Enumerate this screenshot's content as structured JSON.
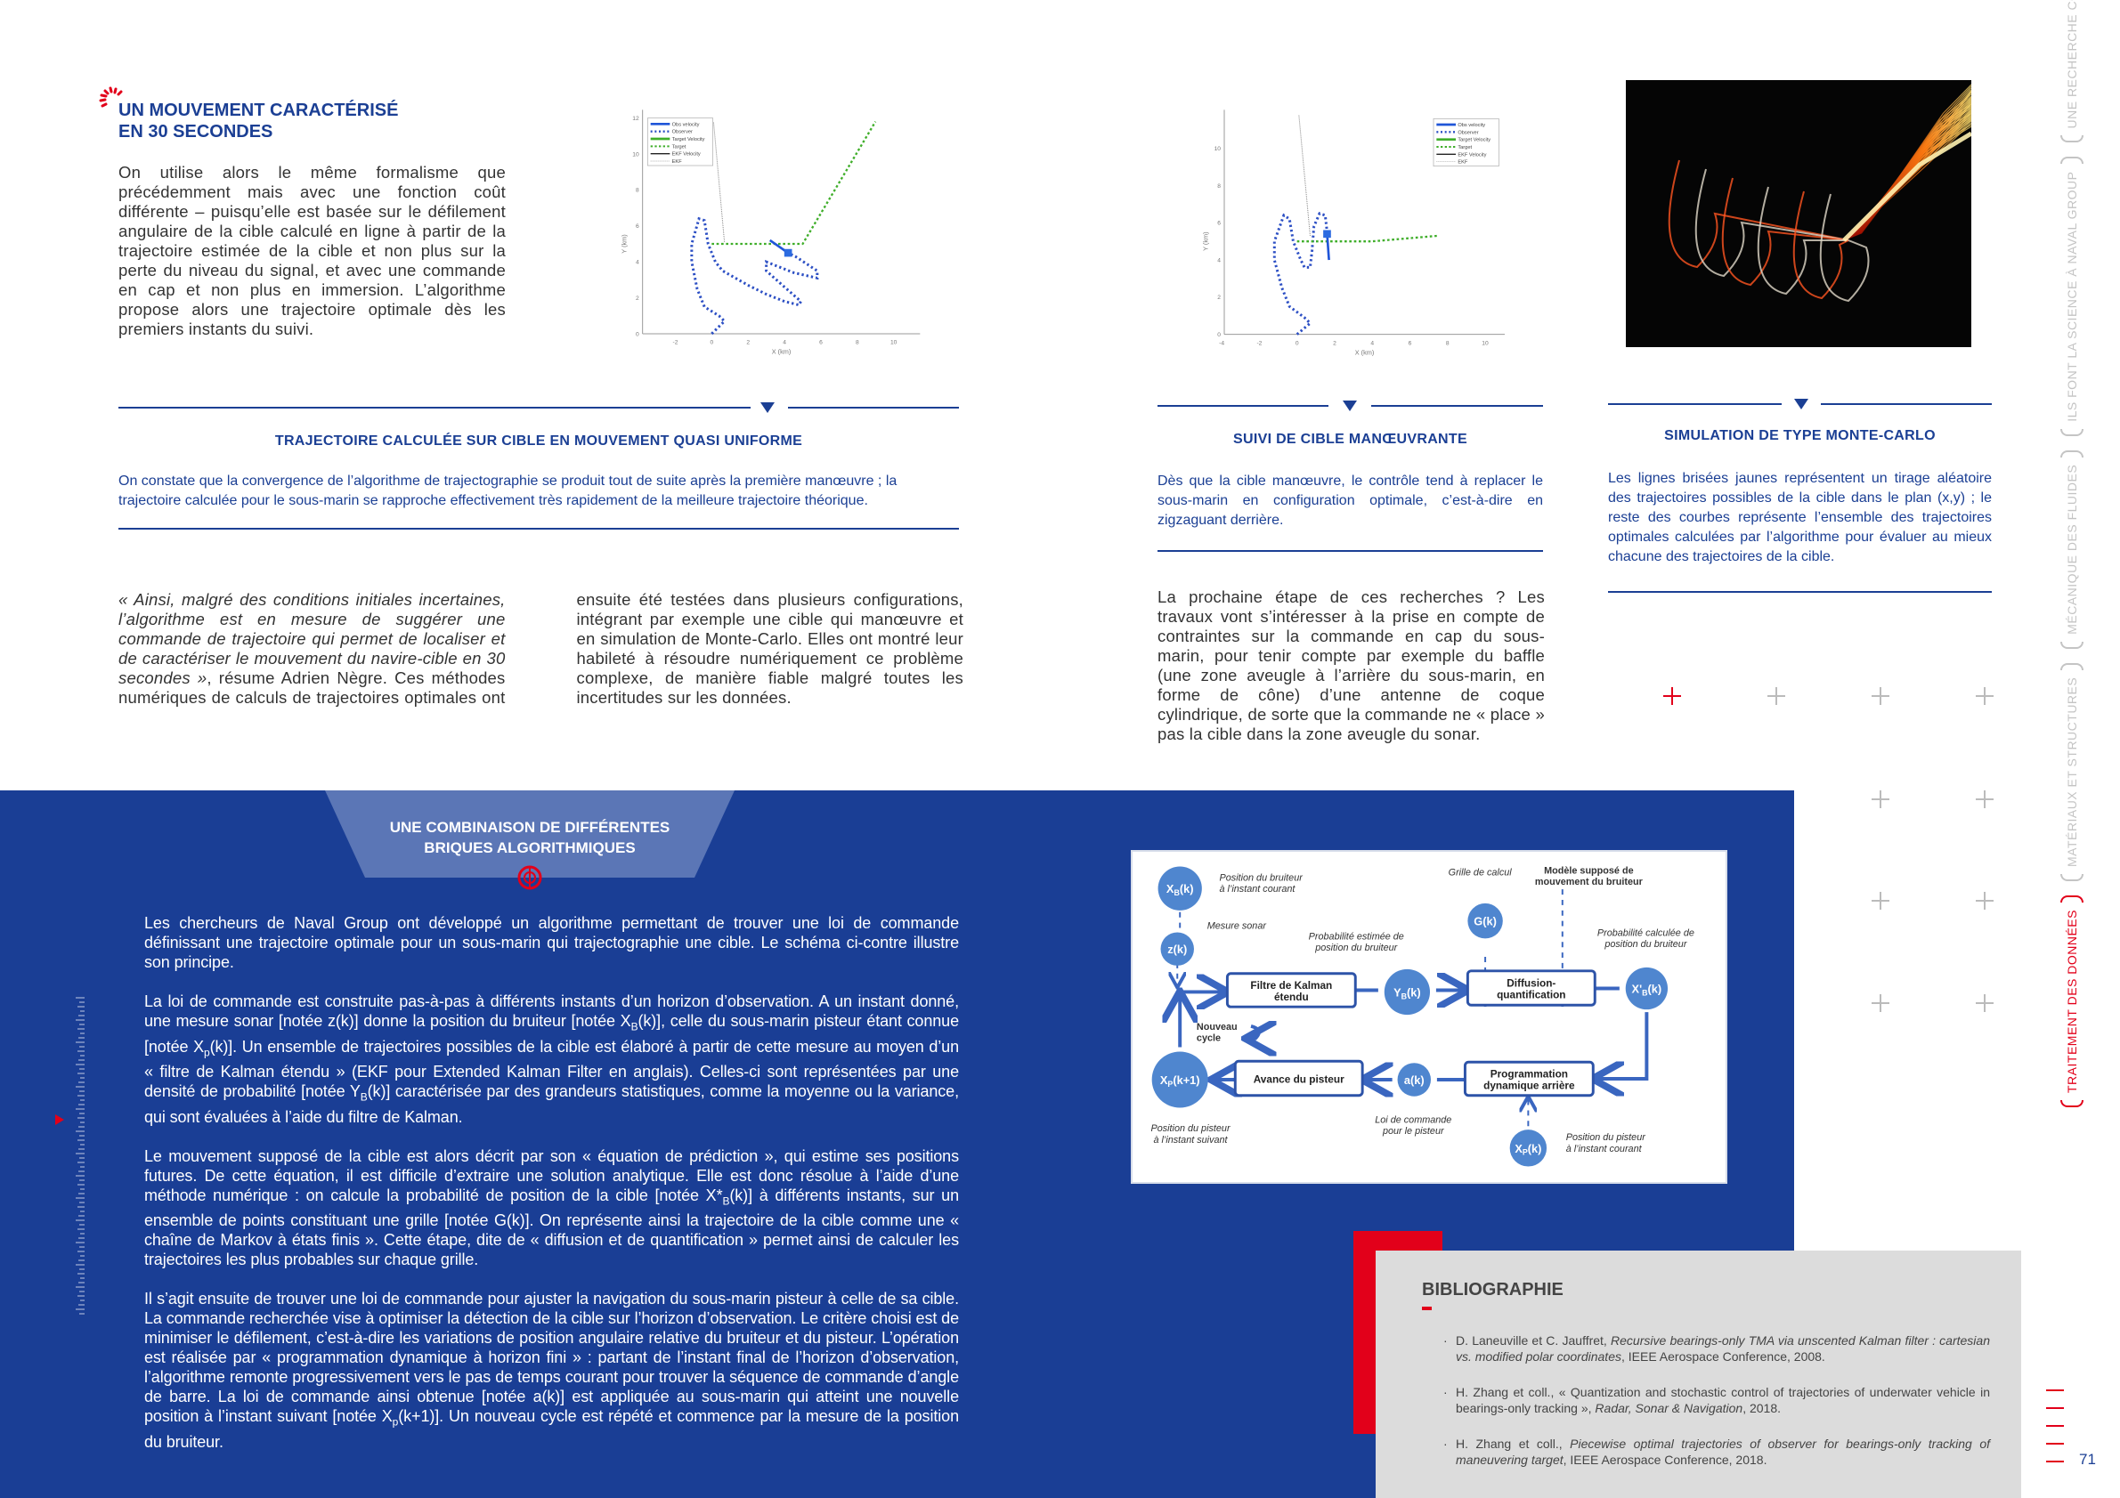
{
  "intro": {
    "title_line1": "UN MOUVEMENT CARACTÉRISÉ",
    "title_line2": "EN 30 SECONDES",
    "text": "On utilise alors le même formalisme que précédemment mais avec une fonction coût différente – puisqu’elle est basée sur le défilement angulaire de la cible calculé en ligne à partir de la trajectoire estimée de la cible et non plus sur la perte du niveau du signal, et avec une commande en cap et non plus en immersion. L’algorithme propose alors une trajectoire optimale dès les premiers instants du suivi."
  },
  "plots": {
    "xlabel": "X (km)",
    "ylabel": "Y (km)",
    "legend": [
      "Obs velocity",
      "Observer",
      "Target Velocity",
      "Target",
      "EKF Velocity",
      "EKF"
    ],
    "plot1_xticks": [
      "-2",
      "0",
      "2",
      "4",
      "6",
      "8",
      "10"
    ],
    "plot1_yticks": [
      "0",
      "2",
      "4",
      "6",
      "8",
      "10",
      "12"
    ],
    "plot2_xticks": [
      "-4",
      "-2",
      "0",
      "2",
      "4",
      "6",
      "8",
      "10"
    ],
    "plot2_yticks": [
      "0",
      "2",
      "4",
      "6",
      "8",
      "10"
    ]
  },
  "captions": [
    {
      "title": "TRAJECTOIRE CALCULÉE SUR CIBLE EN MOUVEMENT QUASI UNIFORME",
      "text": "On constate que la convergence de l’algorithme de trajectographie se produit tout de suite après la première manœuvre ; la trajectoire calculée pour le sous-marin se rapproche effectivement très rapidement de la meilleure trajectoire théorique."
    },
    {
      "title": "SUIVI DE CIBLE MANŒUVRANTE",
      "text": "Dès que la cible manœuvre, le contrôle tend à replacer le sous-marin en configuration optimale, c’est-à-dire en zigzaguant derrière."
    },
    {
      "title": "SIMULATION DE TYPE MONTE-CARLO",
      "text": "Les lignes brisées jaunes représentent un tirage aléatoire des trajectoires possibles de la cible dans le plan (x,y) ; le reste des courbes représente l’ensemble des trajectoires optimales calculées par l’algorithme pour évaluer au mieux chacune des trajectoires de la cible."
    }
  ],
  "quote": {
    "italic": "« Ainsi, malgré des conditions initiales incertaines, l’algorithme est en mesure de suggérer une commande de trajectoire qui permet de localiser et de caractériser le mouvement du navire-cible en 30 secondes »",
    "rest": ", résume Adrien Nègre. Ces méthodes numériques de calculs de trajectoires optimales ont ensuite été testées dans plusieurs configurations, intégrant par exemple une cible qui manœuvre et en simulation de Monte-Carlo. Elles ont montré leur habileté à résoudre numériquement ce problème complexe, de manière fiable malgré toutes les incertitudes sur les données."
  },
  "next_step": "La prochaine étape de ces recherches ? Les travaux vont s’intéresser à la prise en compte de contraintes sur la commande en cap du sous-marin, pour tenir compte par exemple du baffle (une zone aveugle à l’arrière du sous-marin, en forme de cône) d’une antenne de coque cylindrique, de sorte que la commande ne « place » pas la cible dans la zone aveugle du sonar.",
  "blue_section": {
    "tab_line1": "UNE COMBINAISON DE DIFFÉRENTES",
    "tab_line2": "BRIQUES ALGORITHMIQUES",
    "paragraphs": [
      [
        "Les chercheurs de Naval Group ont développé un algorithme permettant de trouver une loi de commande définissant une trajectoire optimale pour un sous-marin qui trajectographie une cible. Le schéma ci-contre illustre son principe."
      ],
      [
        "La loi de commande est construite pas-à-pas à différents instants d’un horizon d’observation. A un instant donné, une mesure sonar [notée z(k)] donne la position du bruiteur [notée X",
        {
          "s": "B"
        },
        "(k)], celle du sous-marin pisteur étant connue [notée X",
        {
          "s": "p"
        },
        "(k)]. Un ensemble de trajectoires possibles de la cible est élaboré à partir de cette mesure au moyen d’un « filtre de Kalman étendu » (EKF pour Extended Kalman Filter en anglais). Celles-ci sont représentées par une densité de probabilité [notée Y",
        {
          "s": "B"
        },
        "(k)] caractérisée par des grandeurs statistiques, comme la moyenne ou la variance, qui sont évaluées à l’aide du filtre de Kalman."
      ],
      [
        "Le mouvement supposé de la cible est alors décrit par son « équation de prédiction », qui estime ses positions futures. De cette équation, il est difficile d’extraire une solution analytique. Elle est donc résolue à l’aide d’une méthode numérique : on calcule la probabilité de position de la cible [notée X*",
        {
          "s": "B"
        },
        "(k)] à différents instants, sur un ensemble de points constituant une grille [notée G(k)]. On représente ainsi la trajectoire de la cible comme une « chaîne de Markov à états finis ». Cette étape, dite de « diffusion et de quantification » permet ainsi de calculer les trajectoires les plus probables sur chaque grille."
      ],
      [
        "Il s’agit ensuite de trouver une loi de commande pour ajuster la navigation du sous-marin pisteur à celle de sa cible. La commande recherchée vise à optimiser la détection de la cible sur l’horizon d’observation. Le critère choisi est de minimiser le défilement, c’est-à-dire les variations de position angulaire relative du bruiteur et du pisteur. L’opération est réalisée par « programmation dynamique à horizon fini » : partant de l’instant final de l’horizon d’observation, l’algorithme remonte progressivement vers le pas de temps courant pour trouver la séquence de commande d’angle de barre. La loi de commande ainsi obtenue [notée a(k)] est appliquée au sous-marin qui atteint une nouvelle position à l’instant suivant [notée X",
        {
          "s": "p"
        },
        "(k+1)]. Un nouveau cycle est répété et commence par la mesure de la position du bruiteur."
      ]
    ]
  },
  "diagram": {
    "nodes": {
      "xb": {
        "m": "X",
        "s": "B",
        "r": "(k)"
      },
      "z": {
        "m": "z(k)"
      },
      "yb": {
        "m": "Y",
        "s": "B",
        "r": "(k)"
      },
      "g": {
        "m": "G(k)"
      },
      "xpb": {
        "m": "X'",
        "s": "B",
        "r": "(k)"
      },
      "a": {
        "m": "a(k)"
      },
      "xp1": {
        "m": "X",
        "s": "P",
        "r": "(k+1)"
      },
      "xp": {
        "m": "X",
        "s": "P",
        "r": "(k)"
      }
    },
    "boxes": {
      "filter": [
        "Filtre de Kalman",
        "étendu"
      ],
      "diffusion": [
        "Diffusion-",
        "quantification"
      ],
      "prog": [
        "Programmation",
        "dynamique arrière"
      ],
      "avance": [
        "Avance du pisteur"
      ]
    },
    "labels": {
      "pos_bruiteur": [
        "Position du bruiteur",
        "à l’instant courant"
      ],
      "mesure_sonar": "Mesure sonar",
      "prob_estimee": [
        "Probabilité estimée de",
        "position du bruiteur"
      ],
      "grille": "Grille de calcul",
      "modele": [
        "Modèle supposé de",
        "mouvement du bruiteur"
      ],
      "prob_calculee": [
        "Probabilité calculée de",
        "position du bruiteur"
      ],
      "nouveau_cycle": [
        "Nouveau",
        "cycle"
      ],
      "pos_pisteur_suivant": [
        "Position du pisteur",
        "à l’instant suivant"
      ],
      "loi_commande": [
        "Loi de commande",
        "pour le pisteur"
      ],
      "pos_pisteur_courant": [
        "Position du pisteur",
        "à l’instant courant"
      ]
    }
  },
  "bibliography": {
    "title": "BIBLIOGRAPHIE",
    "items": [
      [
        "D. Laneuville et C. Jauffret, ",
        {
          "i": "Recursive bearings-only TMA via unscented Kalman filter : cartesian vs. modified polar coordinates"
        },
        ", IEEE Aerospace Conference, 2008."
      ],
      [
        "H. Zhang et coll., « Quantization and stochastic control of trajectories of underwater vehicle in bearings-only tracking », ",
        {
          "i": "Radar, Sonar & Navigation"
        },
        ", 2018."
      ],
      [
        "H. Zhang et coll., ",
        {
          "i": "Piecewise optimal trajectories of observer for bearings-only tracking of maneuvering target"
        },
        ", IEEE Aerospace Conference, 2018."
      ]
    ]
  },
  "side_nav": [
    {
      "label": "TRAITEMENT DES DONNÉES",
      "active": true
    },
    {
      "label": "MATÉRIAUX ET STRUCTURES",
      "active": false
    },
    {
      "label": "MÉCANIQUE DES FLUIDES",
      "active": false
    },
    {
      "label": "ILS FONT LA SCIENCE À NAVAL GROUP",
      "active": false
    },
    {
      "label": "UNE RECHERCHE COLLABORATIVE",
      "active": false
    }
  ],
  "page_number": "71",
  "colors": {
    "brand_blue": "#1a3e95",
    "accent_red": "#e2001a",
    "diagram_node": "#4f86cf"
  }
}
